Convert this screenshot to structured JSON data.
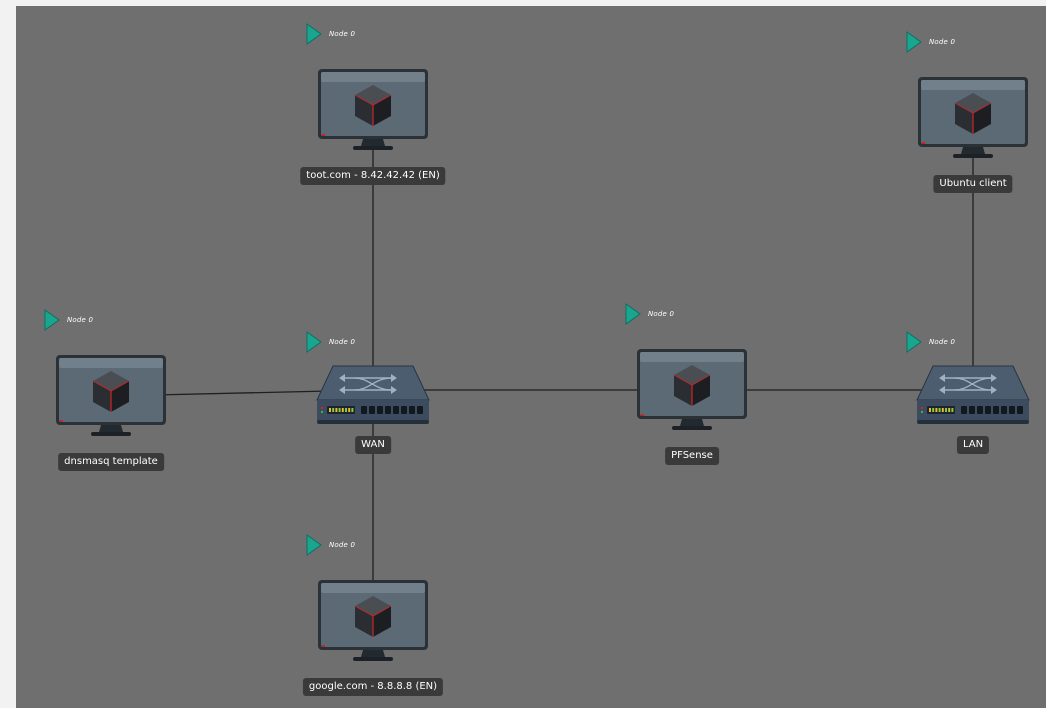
{
  "nodes": [
    {
      "id": "toot",
      "type": "computer",
      "label": "toot.com - 8.42.42.42 (EN)",
      "status": "Node 0"
    },
    {
      "id": "ubuntu",
      "type": "computer",
      "label": "Ubuntu client",
      "status": "Node 0"
    },
    {
      "id": "dnsmasq",
      "type": "computer",
      "label": "dnsmasq template",
      "status": "Node 0"
    },
    {
      "id": "wan",
      "type": "switch",
      "label": "WAN",
      "status": "Node 0"
    },
    {
      "id": "pfsense",
      "type": "computer",
      "label": "PFSense",
      "status": "Node 0"
    },
    {
      "id": "lan",
      "type": "switch",
      "label": "LAN",
      "status": "Node 0"
    },
    {
      "id": "google",
      "type": "computer",
      "label": "google.com - 8.8.8.8 (EN)",
      "status": "Node 0"
    }
  ],
  "links": [
    [
      "toot",
      "wan"
    ],
    [
      "dnsmasq",
      "wan"
    ],
    [
      "wan",
      "google"
    ],
    [
      "wan",
      "pfsense"
    ],
    [
      "pfsense",
      "lan"
    ],
    [
      "lan",
      "ubuntu"
    ]
  ],
  "colors": {
    "canvas": "#6f6f6f",
    "play_arrow": "#1aa58f",
    "label_bg": "#3a3a3a",
    "monitor_frame": "#2a3238",
    "monitor_screen": "#5c6a75",
    "switch_body": "#3c4c5e",
    "link": "#1f1f1f"
  },
  "icons": {
    "play": "play-triangle-icon",
    "computer": "monitor-cube-icon",
    "switch": "network-switch-icon"
  }
}
